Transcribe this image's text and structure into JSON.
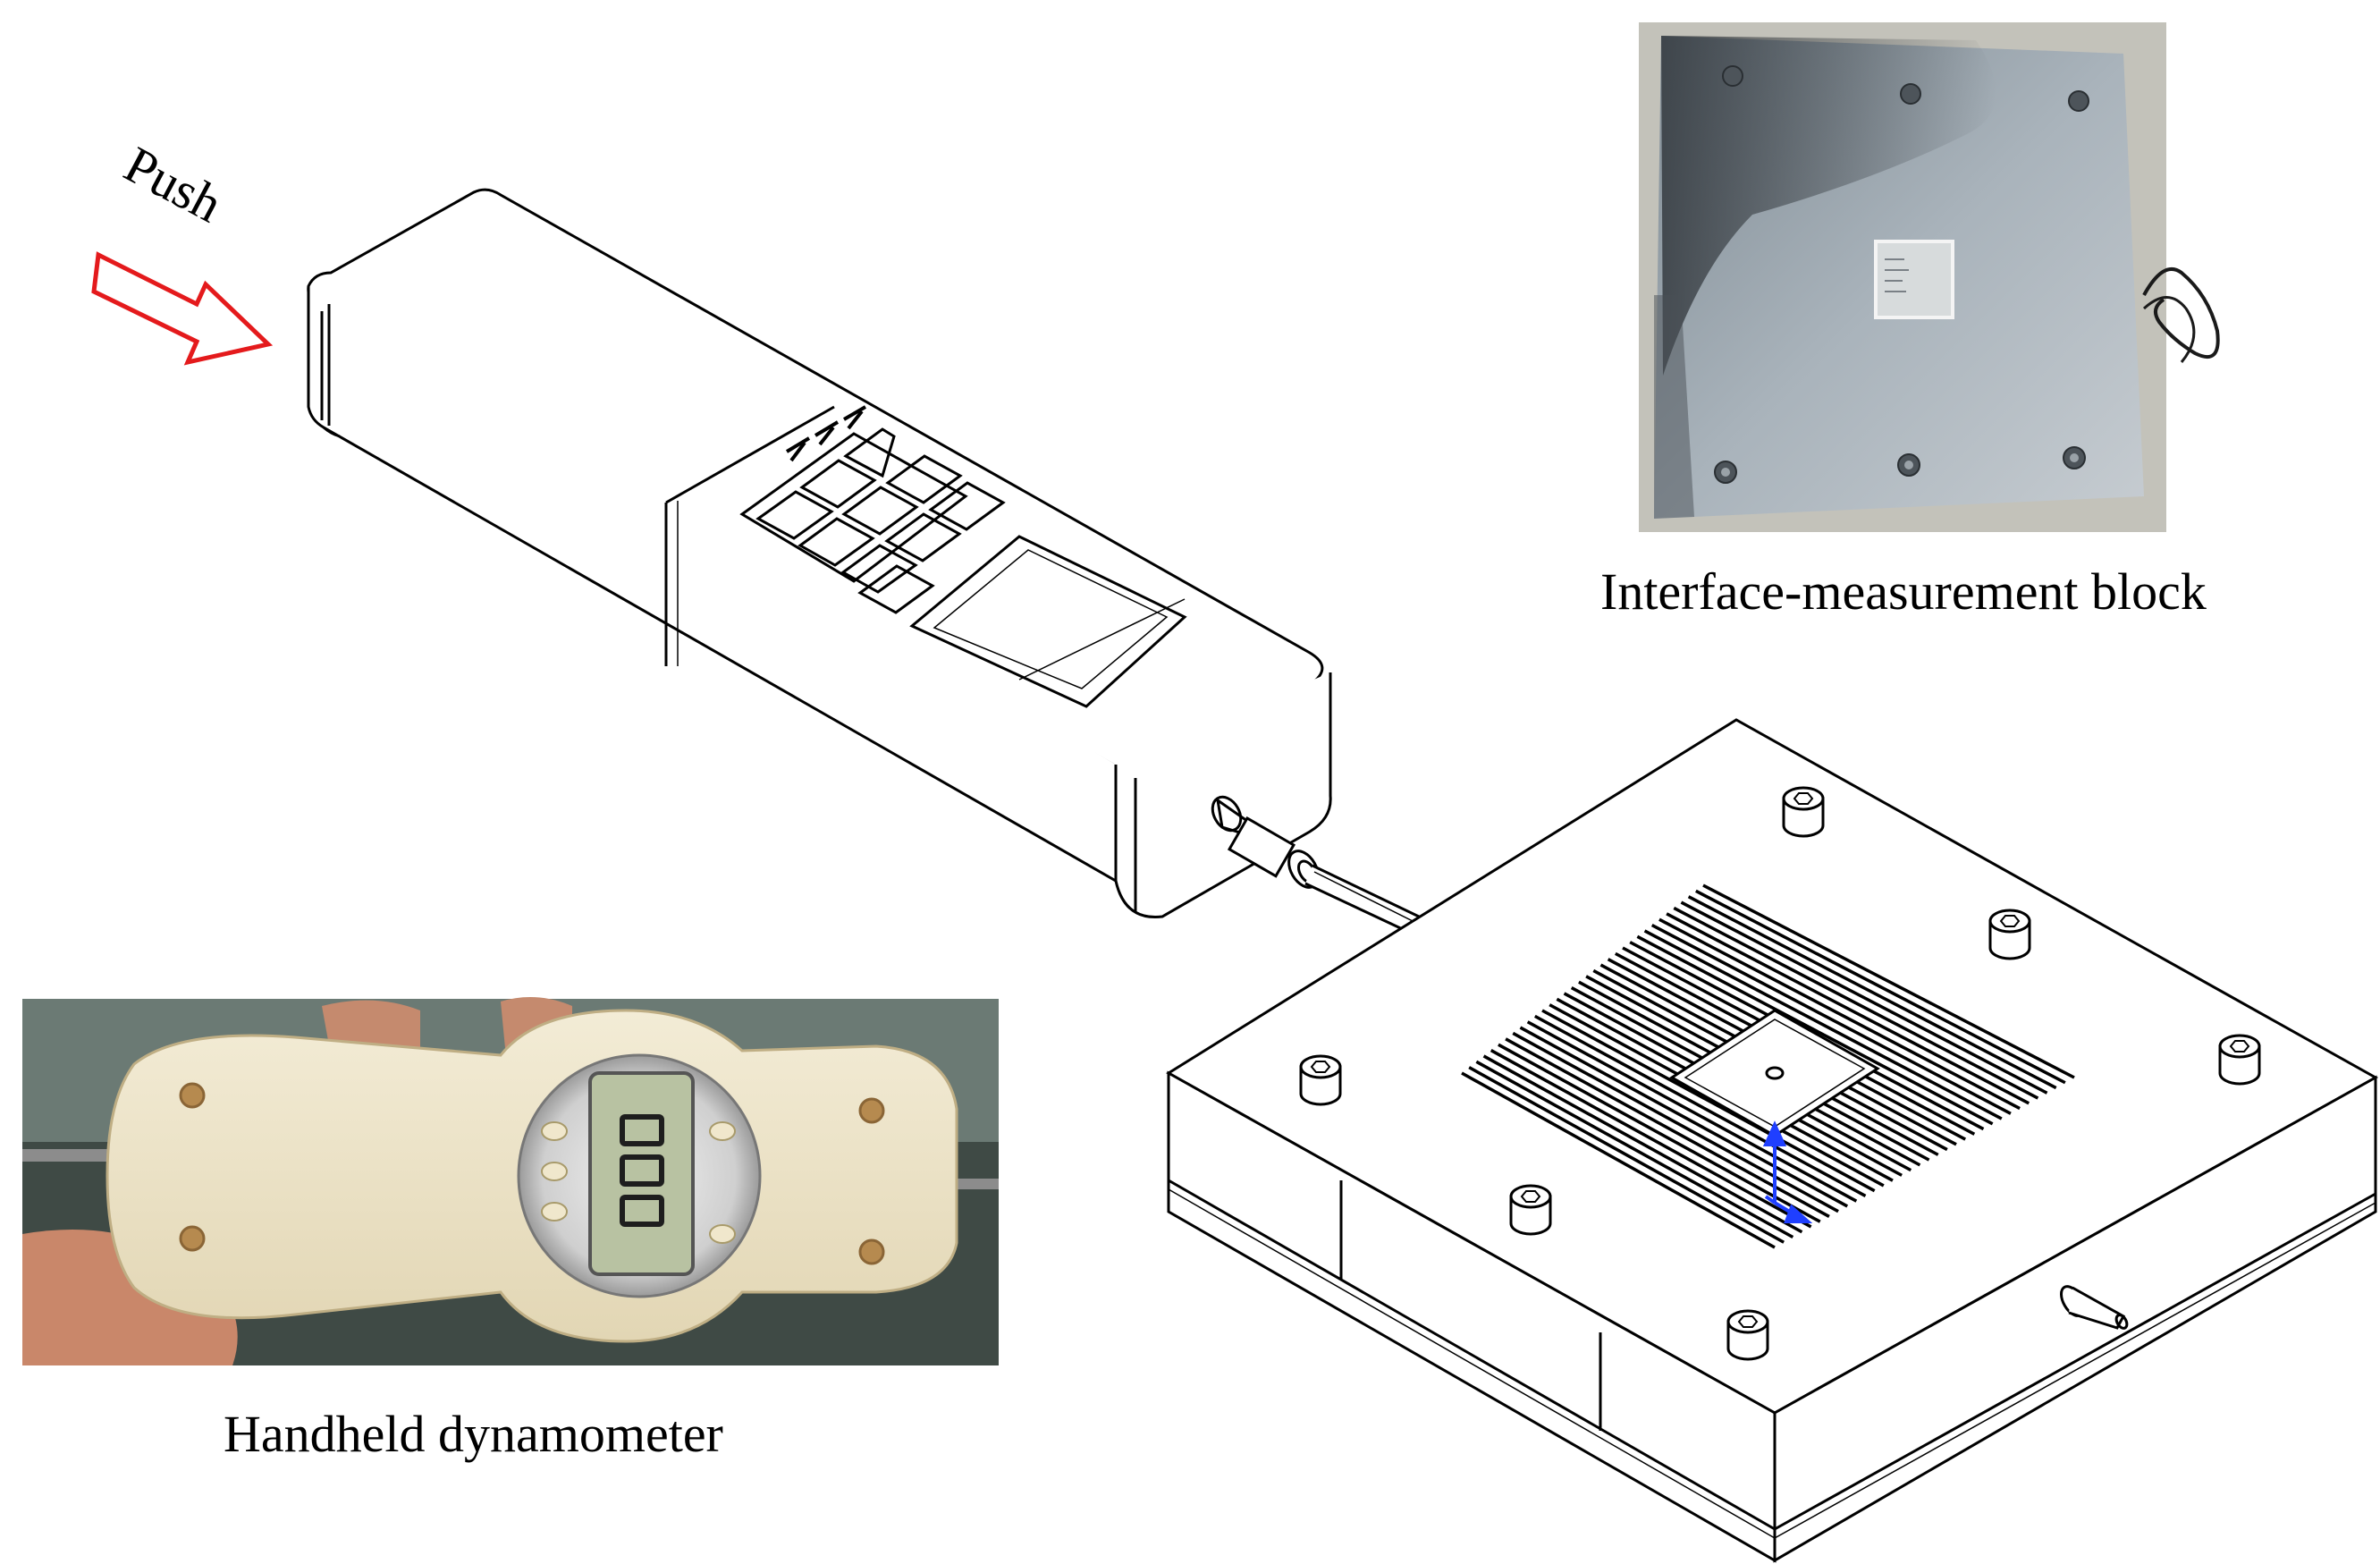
{
  "labels": {
    "push": "Push",
    "interface_caption": "Interface-measurement block",
    "dynamometer_caption": "Handheld dynamometer"
  },
  "photos": {
    "interface_block": "photo of aluminium interface-measurement block with bolts and cable",
    "dynamometer": "photo of handheld digital push-pull dynamometer"
  },
  "icons": {
    "push_arrow": "push-arrow-icon"
  },
  "colors": {
    "push_arrow": "#e41a1c",
    "axis_blue": "#1f3fff",
    "line": "#000000"
  }
}
